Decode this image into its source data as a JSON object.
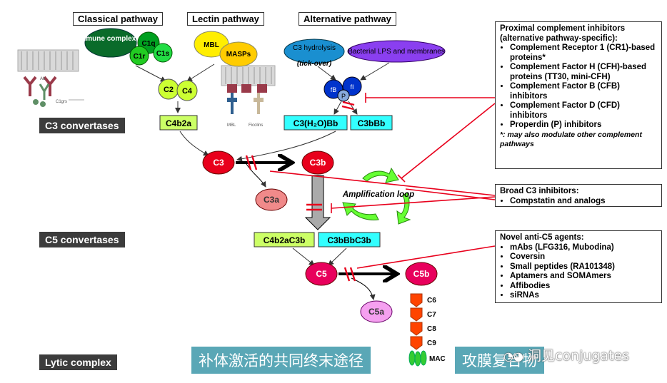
{
  "pathways": {
    "classical": "Classical pathway",
    "lectin": "Lectin pathway",
    "alternative": "Alternative pathway"
  },
  "stages": {
    "c3_convertases": "C3 convertases",
    "c5_convertases": "C5 convertases",
    "lytic_complex": "Lytic complex"
  },
  "nodes": {
    "immune_complexes": "Immune complexes",
    "c1q": "C1q",
    "c1r": "C1r",
    "c1s": "C1s",
    "mbl": "MBL",
    "masps": "MASPs",
    "c3_hydrolysis": "C3 hydrolysis",
    "tick_over": "(tick-over)",
    "bacterial_lps": "Bacterial LPS and membranes",
    "c2": "C2",
    "c4": "C4",
    "fb": "fB",
    "fd": "fI",
    "p": "P",
    "c4b2a": "C4b2a",
    "c3h2obb": "C3(H₂O)Bb",
    "c3bbb": "C3bBb",
    "c3": "C3",
    "c3b": "C3b",
    "c3a": "C3a",
    "amplification_loop": "Amplification loop",
    "c4b2ac3b": "C4b2aC3b",
    "c3bbbc3b": "C3bBbC3b",
    "c5": "C5",
    "c5b": "C5b",
    "c5a": "C5a",
    "c6": "C6",
    "c7": "C7",
    "c8": "C8",
    "c9": "C9",
    "mac": "MAC",
    "ab_label": "Ab",
    "c1grs_label": "C1grs",
    "mbl_small": "MBL",
    "ficolins_small": "Ficolins"
  },
  "boxes": {
    "proximal": {
      "title": "Proximal complement inhibitors (alternative pathway-specific):",
      "items": [
        "Complement Receptor 1 (CR1)-based proteins*",
        "Complement Factor H (CFH)-based proteins (TT30, mini-CFH)",
        "Complement Factor B (CFB) inhibitors",
        "Complement Factor D (CFD) inhibitors",
        "Properdin (P) inhibitors"
      ],
      "note": "*: may also modulate other complement pathways"
    },
    "broad": {
      "title": "Broad C3 inhibitors:",
      "items": [
        "Compstatin and analogs"
      ]
    },
    "novel": {
      "title": "Novel anti-C5 agents:",
      "items": [
        "mAbs (LFG316, Mubodina)",
        "Coversin",
        "Small peptides (RA101348)",
        "Aptamers and SOMAmers",
        "Affibodies",
        "siRNAs"
      ]
    }
  },
  "banners": {
    "common_terminal": "补体激活的共同终末途径",
    "mac_cn": "攻膜复合物"
  },
  "watermark": "洞见conjugates",
  "colors": {
    "red_node": "#e8001c",
    "pink_node": "#f08a8a",
    "lime_box": "#ccff66",
    "cyan_box": "#33ffff",
    "blue_node": "#1a5fd6",
    "inhibitor_red": "#e8001c",
    "arrow_green": "#66ff33"
  }
}
